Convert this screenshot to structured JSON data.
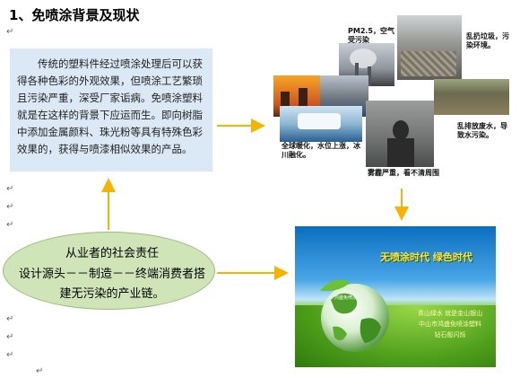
{
  "heading": "1、免喷涂背景及现状",
  "background_text": "传统的塑料件经过喷涂处理后可以获得各种色彩的外观效果，但喷涂工艺繁琐且污染严重，深受厂家诟病。免喷涂塑料就是在这样的背景下应运而生。即向树脂中添加金属颜料、珠光粉等具有特殊色彩效果的，获得与喷漆相似效果的产品。",
  "ellipse": {
    "line1": "从业者的社会责任",
    "line2": "设计源头－－制造－－终端消费者搭",
    "line3": "建无污染的产业链。"
  },
  "collage_labels": {
    "pm25": "PM2.5，空气受污染",
    "garbage": "乱扔垃圾，污染环境。",
    "warming": "全球暖化，水位上涨，冰川融化。",
    "water": "乱排放废水，导致水污染。",
    "smog": "雾霾严重，看不清周围"
  },
  "green_image": {
    "title": "无喷涂时代   绿色时代",
    "globe_label": "鸿盛免喷涂",
    "slogan_line1": "青山绿水 就是金山银山",
    "slogan_line2": "中山市鸿盛免喷涂塑料",
    "slogan_line3": "钻石般闪烁"
  },
  "paragraph_mark": "↵",
  "colors": {
    "arrow": "#f5b400",
    "box_fill": "#dbe8f5",
    "ellipse_fill": "#cfe5b8"
  }
}
